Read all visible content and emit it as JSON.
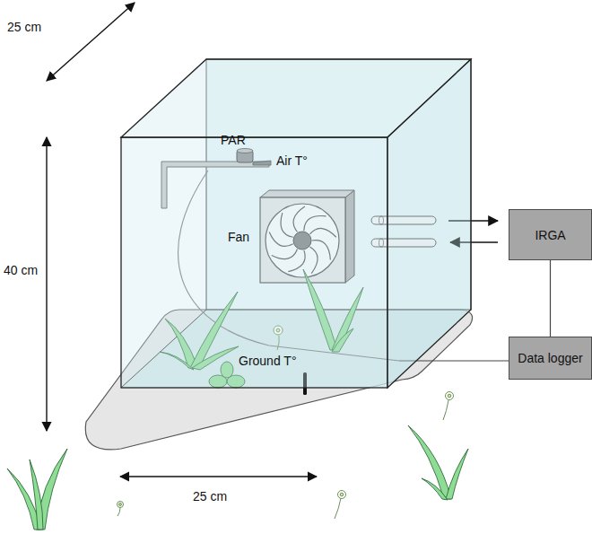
{
  "diagram": {
    "nodes": [
      {
        "text": [
          "IRGA"
        ]
      },
      {
        "text": [
          "Data logger"
        ]
      }
    ],
    "edges": [
      {
        "from": 0,
        "to": 1,
        "arrow": "none"
      }
    ],
    "labels": [
      "25 cm",
      "PAR",
      "Air T°",
      "Fan",
      "40 cm",
      "Ground T°",
      "25 cm"
    ]
  }
}
